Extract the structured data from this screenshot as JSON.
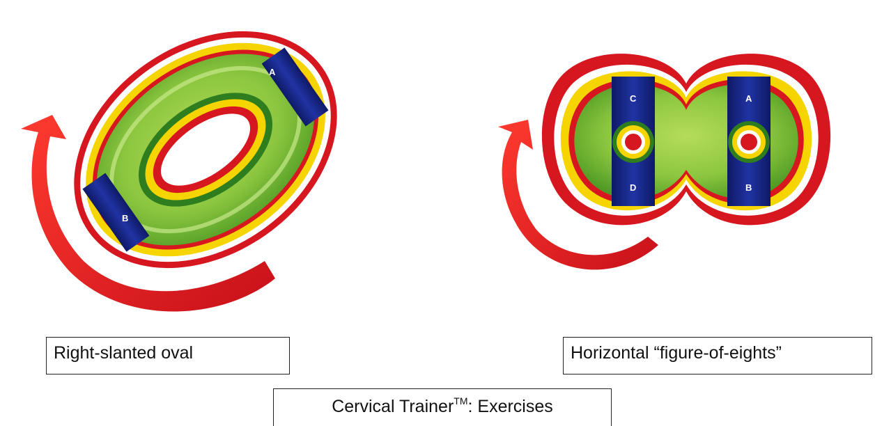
{
  "diagram": {
    "left_exercise": {
      "label": "Right-slanted oval",
      "markers": [
        "A",
        "B"
      ]
    },
    "right_exercise": {
      "label": "Horizontal “figure-of-eights”",
      "markers": [
        "C",
        "A",
        "D",
        "B"
      ]
    },
    "caption": {
      "prefix": "Cervical Trainer",
      "superscript": "TM",
      "suffix": ": Exercises"
    },
    "colors": {
      "outer_ring": "#d7171f",
      "yellow_ring": "#f5d400",
      "track": "#8cc63f",
      "track_dark": "#2e7d1e",
      "marker_band": "#1a2a8a",
      "arrow": "#e0161e"
    }
  }
}
